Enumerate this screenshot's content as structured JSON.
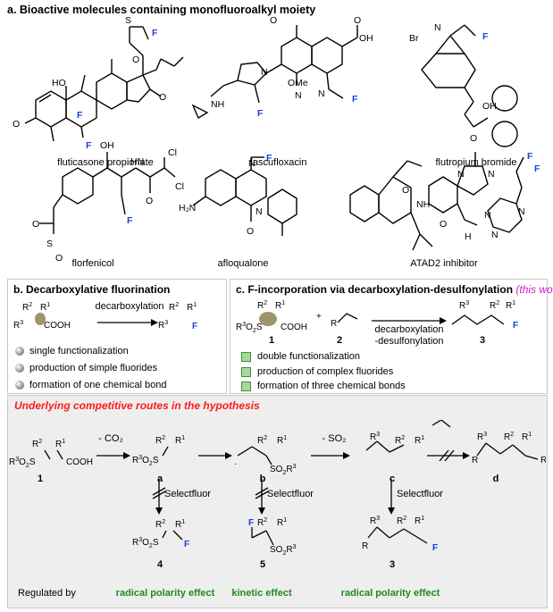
{
  "section_a": {
    "title": "a. Bioactive molecules containing monofluoroalkyl moiety",
    "molecules": [
      "fluticasone propionate",
      "lascufloxacin",
      "flutropium bromide",
      "florfenicol",
      "afloqualone",
      "ATAD2 inhibitor"
    ]
  },
  "section_b": {
    "title": "b. Decarboxylative fluorination",
    "arrow_label": "decarboxylation",
    "bullets": [
      "single functionalization",
      "production of simple fluorides",
      "formation of one chemical bond"
    ]
  },
  "section_c": {
    "title": "c. F-incorporation via decarboxylation-desulfonylation",
    "title_note": "(this work)",
    "arrow_label_1": "decarboxylation",
    "arrow_label_2": "-desulfonylation",
    "compound_labels": [
      "1",
      "2",
      "3"
    ],
    "bullets": [
      "double functionalization",
      "production of complex fluorides",
      "formation of three chemical bonds"
    ]
  },
  "section_d": {
    "title": "Underlying competitive routes in the hypothesis",
    "step_labels": [
      "- CO₂",
      "- SO₂"
    ],
    "reagent": "Selectfluor",
    "intermediates": [
      "1",
      "a",
      "b",
      "c",
      "d"
    ],
    "products": [
      "4",
      "5",
      "3"
    ],
    "regulated_by": "Regulated by",
    "effects": [
      "radical polarity effect",
      "kinetic effect",
      "radical polarity effect"
    ]
  },
  "colors": {
    "fluorine": "#1a3fd6",
    "red_title": "#ff1a1a",
    "this_work": "#d21bd2",
    "effect_green": "#1f8a1f"
  }
}
